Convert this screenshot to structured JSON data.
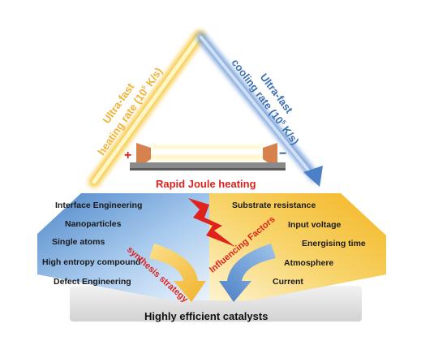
{
  "heating": {
    "line1": "Ultra-fast",
    "line2_prefix": "heating rate (10",
    "exponent": "5",
    "line2_suffix": " K/s)"
  },
  "cooling": {
    "line1": "Ultra-fast",
    "line2_prefix": "cooling rate (10",
    "exponent": "5",
    "line2_suffix": " K/s)"
  },
  "electrode": {
    "positive": "+",
    "negative": "−"
  },
  "joule_label": "Rapid Joule heating",
  "left_panel": {
    "items": [
      "Interface Engineering",
      "Nanoparticles",
      "Single atoms",
      "High entropy compound",
      "Defect Engineering"
    ],
    "arrow_label": "synthesis strategy"
  },
  "right_panel": {
    "items": [
      "Substrate resistance",
      "Input voltage",
      "Energising time",
      "Atmosphere",
      "Current"
    ],
    "arrow_label": "Influencing Factors"
  },
  "result_label": "Highly efficient catalysts",
  "colors": {
    "heating": "#f5b731",
    "cooling": "#4b7fc6",
    "accent_red": "#e0221c",
    "left_panel": "#7aaee0",
    "right_panel": "#f6c64a",
    "base": "#e1e1e1"
  }
}
